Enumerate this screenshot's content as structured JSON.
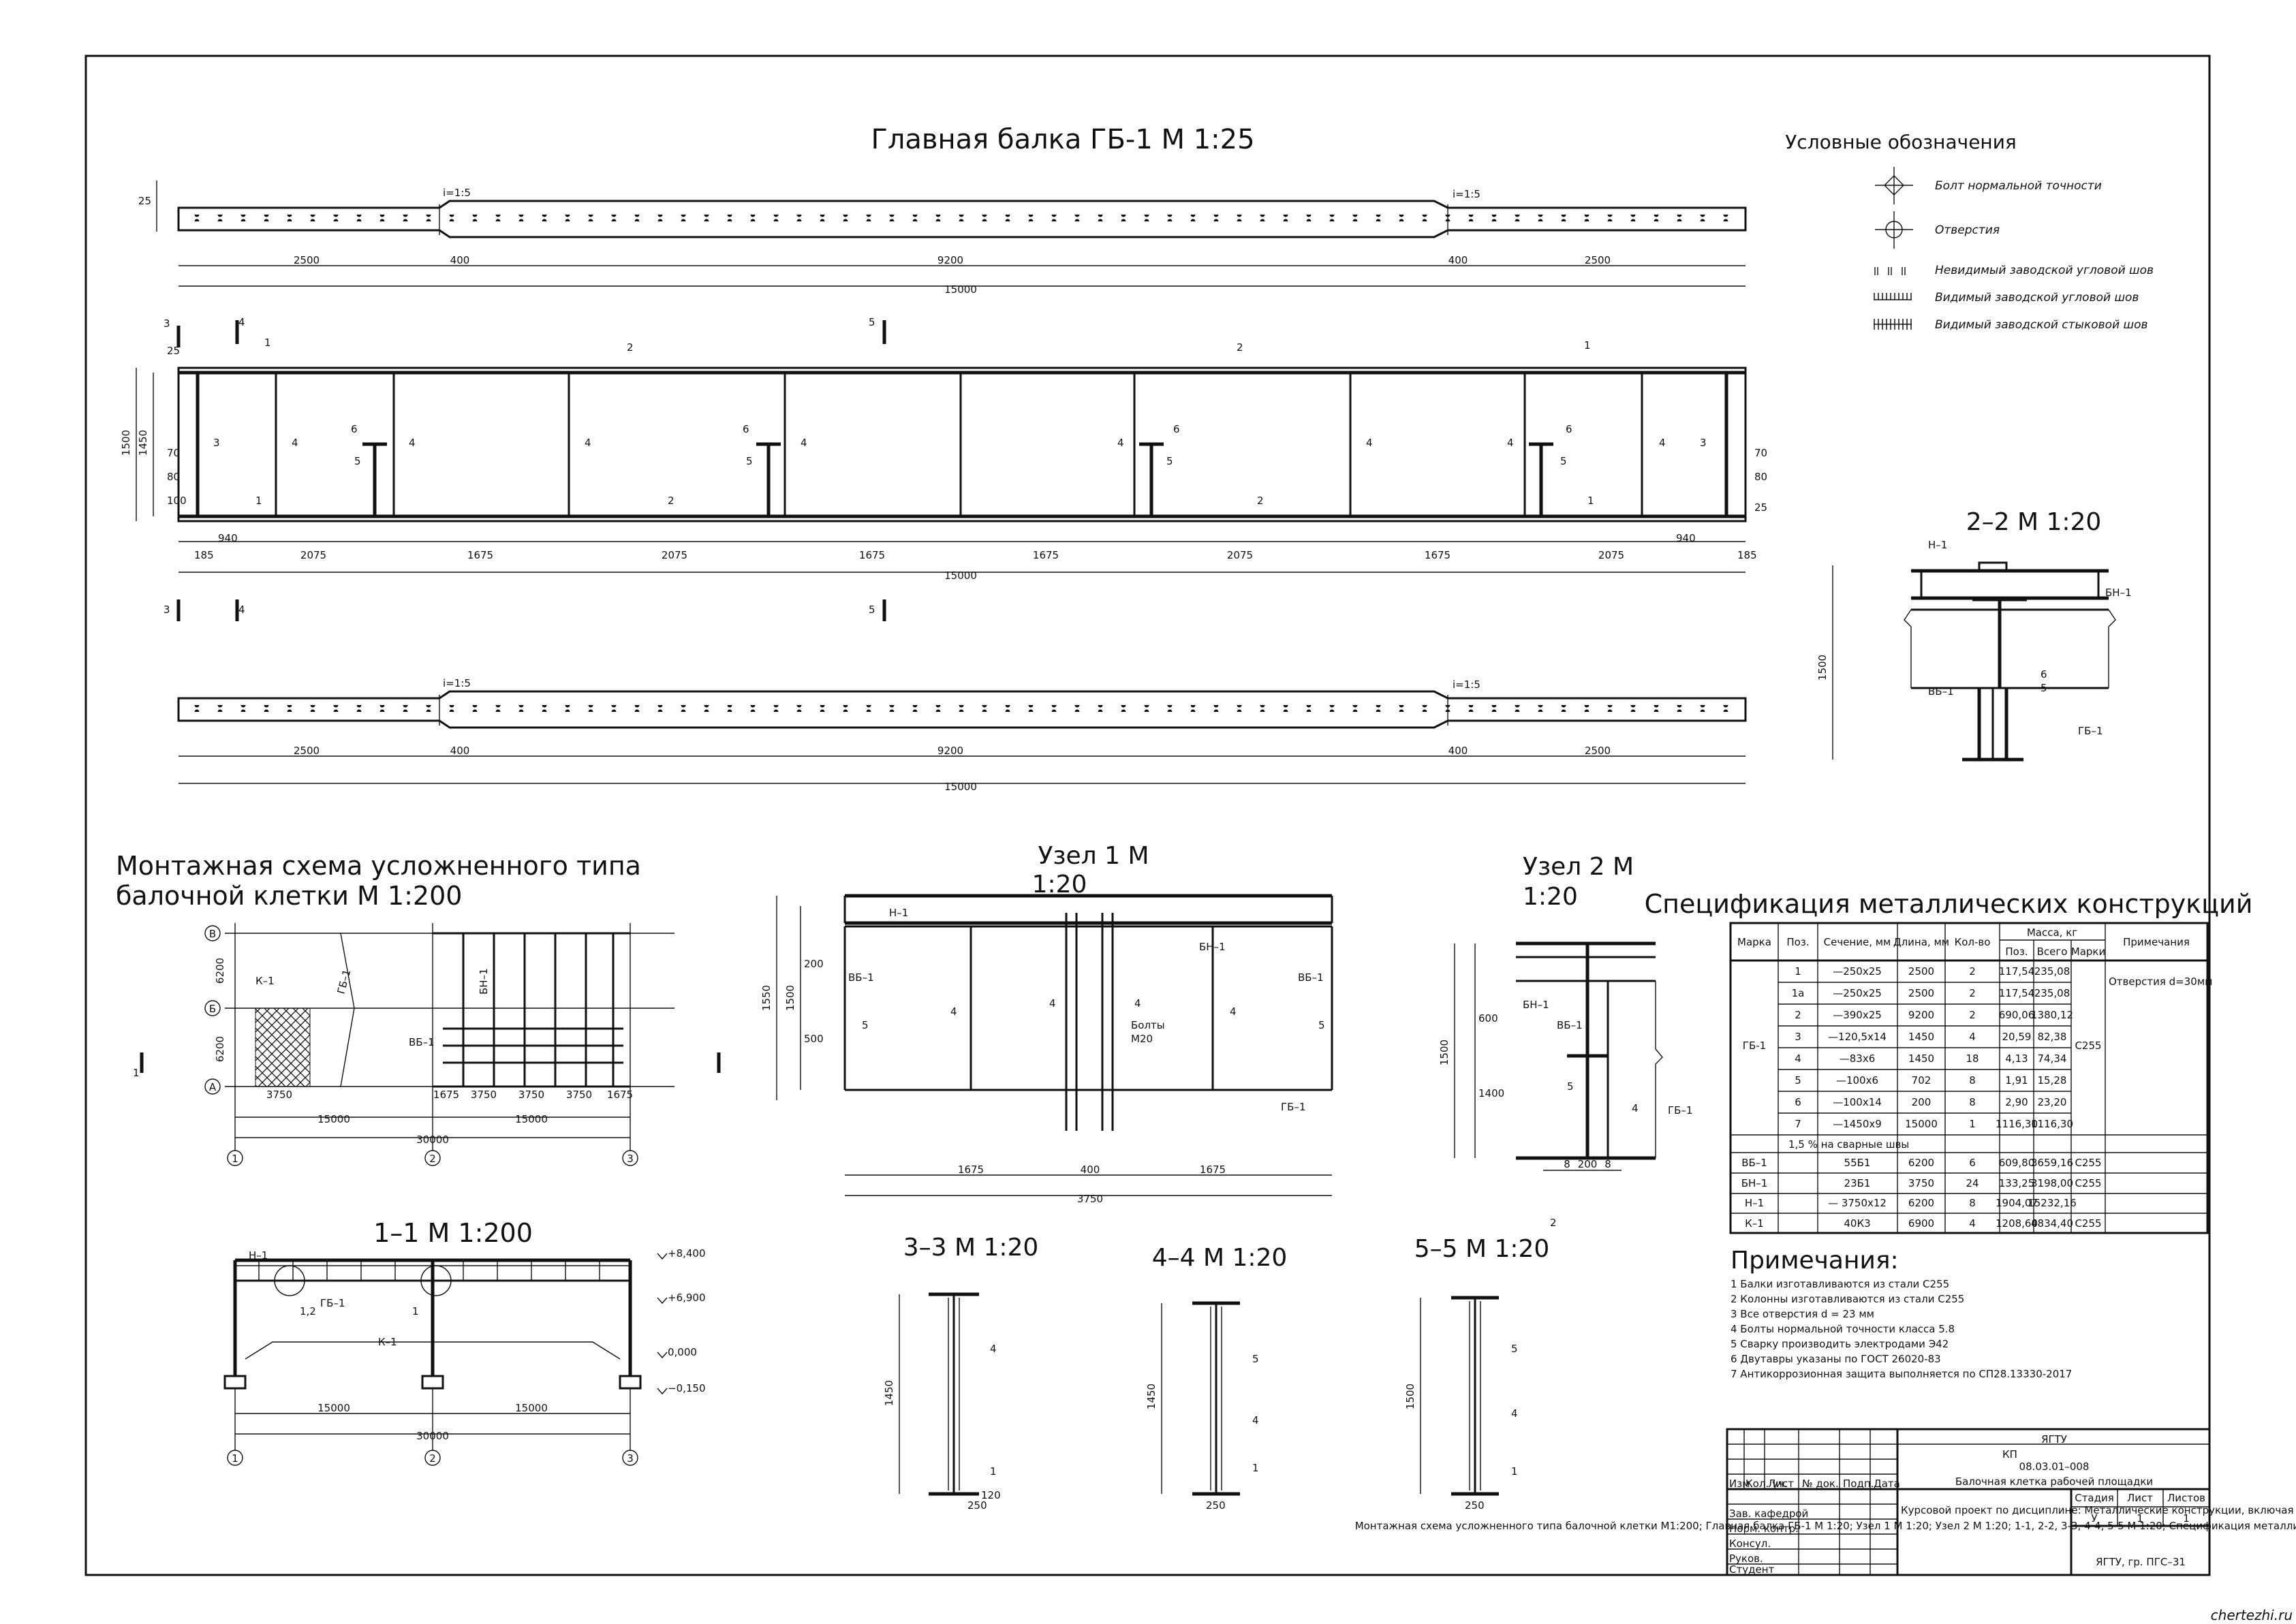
{
  "titles": {
    "main_beam": "Главная балка ГБ-1 М 1:25",
    "legend": "Условные обозначения",
    "section22": "2–2 М 1:20",
    "montage1": "Монтажная схема усложненного типа",
    "montage2": "балочной клетки М 1:200",
    "node1a": "Узел 1 М",
    "node1b": "1:20",
    "node2a": "Узел 2 М",
    "node2b": "1:20",
    "spec": "Спецификация металлических конструкций",
    "sec11": "1–1 М 1:200",
    "sec33": "3–3 М 1:20",
    "sec44": "4–4 М 1:20",
    "sec55": "5–5 М 1:20",
    "notes": "Примечания:"
  },
  "legend": [
    {
      "icon": "bolt-symbol",
      "label": "Болт нормальной точности"
    },
    {
      "icon": "hole-symbol",
      "label": "Отверстия"
    },
    {
      "icon": "invisible-weld-symbol",
      "label": "Невидимый заводской угловой шов"
    },
    {
      "icon": "visible-fillet-weld-symbol",
      "label": "Видимый заводской угловой шов"
    },
    {
      "icon": "visible-butt-weld-symbol",
      "label": "Видимый заводской стыковой шов"
    }
  ],
  "beam": {
    "slope": "i=1:5",
    "top_dims": [
      "2500",
      "400",
      "9200",
      "400",
      "2500"
    ],
    "total": "15000",
    "elev_dims": [
      "185",
      "2075",
      "1675",
      "2075",
      "1675",
      "1675",
      "2075",
      "1675",
      "2075",
      "185"
    ],
    "left_dims": [
      "25",
      "1500",
      "1450",
      "70",
      "80",
      "100",
      "25"
    ],
    "right_dims": [
      "70",
      "80",
      "25"
    ],
    "dim_940": "940",
    "pos_labels": [
      "1",
      "2",
      "3",
      "4",
      "5",
      "6"
    ],
    "section_marks": [
      "3",
      "4",
      "5"
    ]
  },
  "section22_labels": {
    "n1": "Н–1",
    "bn1": "БН–1",
    "vb1": "ВБ–1",
    "gb1": "ГБ–1",
    "p6": "6",
    "p5": "5",
    "h": "1500"
  },
  "montage": {
    "axes_rows": [
      "В",
      "Б",
      "А"
    ],
    "axes_cols": [
      "1",
      "2",
      "3"
    ],
    "k1": "К–1",
    "gb1": "ГБ–1",
    "bn1": "БН–1",
    "vb1": "ВБ–1",
    "dims_vert": [
      "6200",
      "6200"
    ],
    "dims_bot": [
      "3750",
      "1675",
      "3750",
      "3750",
      "3750",
      "1675"
    ],
    "dim_15000": "15000",
    "dim_30000": "30000"
  },
  "node1": {
    "labels": {
      "n1": "Н–1",
      "vb1l": "ВБ–1",
      "bn1": "БН–1",
      "vb1r": "ВБ–1",
      "gb1": "ГБ–1",
      "bolts": "Болты",
      "m20": "М20"
    },
    "dims": [
      "1675",
      "400",
      "1675"
    ],
    "total": "3750",
    "left": [
      "1550",
      "1500",
      "200",
      "500"
    ]
  },
  "node2": {
    "labels": {
      "bn1": "БН–1",
      "vb1": "ВБ–1",
      "gb1": "ГБ–1",
      "p5": "5",
      "p4": "4",
      "p2": "2"
    },
    "dims": [
      "8",
      "200",
      "8"
    ],
    "left": [
      "1500",
      "600",
      "1400"
    ]
  },
  "spec": {
    "header": [
      "Марка",
      "Поз.",
      "Сечение, мм",
      "Длина, мм",
      "Кол-во",
      "Масса, кг",
      "Примечания"
    ],
    "mass_sub": [
      "Поз.",
      "Всего",
      "Марки"
    ],
    "gb1_mark": "ГБ-1",
    "gb1_rows": [
      [
        "1",
        "—250х25",
        "2500",
        "2",
        "117,54",
        "235,08"
      ],
      [
        "1а",
        "—250х25",
        "2500",
        "2",
        "117,54",
        "235,08"
      ],
      [
        "2",
        "—390х25",
        "9200",
        "2",
        "690,06",
        "1380,12"
      ],
      [
        "3",
        "—120,5х14",
        "1450",
        "4",
        "20,59",
        "82,38"
      ],
      [
        "4",
        "—83х6",
        "1450",
        "18",
        "4,13",
        "74,34"
      ],
      [
        "5",
        "—100х6",
        "702",
        "8",
        "1,91",
        "15,28"
      ],
      [
        "6",
        "—100х14",
        "200",
        "8",
        "2,90",
        "23,20"
      ],
      [
        "7",
        "—1450х9",
        "15000",
        "1",
        "1116,30",
        "1116,30"
      ]
    ],
    "gb1_mass": "С255",
    "gb1_note": "Отверстия d=30мм",
    "weld_row": "1,5 % на сварные швы",
    "other_rows": [
      [
        "ВБ–1",
        "55Б1",
        "6200",
        "6",
        "609,80",
        "3659,16",
        "С255"
      ],
      [
        "БН–1",
        "23Б1",
        "3750",
        "24",
        "133,25",
        "3198,00",
        "С255"
      ],
      [
        "Н–1",
        "— 3750х12",
        "6200",
        "8",
        "1904,07",
        "15232,16",
        ""
      ],
      [
        "К–1",
        "40К3",
        "6900",
        "4",
        "1208,60",
        "4834,40",
        "С255"
      ]
    ]
  },
  "notes": [
    "1 Балки изготавливаются из стали С255",
    "2 Колонны изготавливаются из стали С255",
    "3 Все отверстия d = 23 мм",
    "4 Болты нормальной точности класса 5.8",
    "5 Сварку производить электродами Э42",
    "6 Двутавры указаны по ГОСТ 26020-83",
    "7 Антикоррозионная защита выполняется по СП28.13330-2017"
  ],
  "sec11": {
    "elev": [
      "+8,400",
      "+6,900",
      "0,000",
      "−0,150"
    ],
    "labels": {
      "n1": "Н–1",
      "gb1": "ГБ–1",
      "k1": "К–1",
      "n12": "1,2",
      "n1b": "1"
    },
    "dims": [
      "15000",
      "15000"
    ],
    "total": "30000",
    "axes": [
      "1",
      "2",
      "3"
    ]
  },
  "sections_small": {
    "p1": "1",
    "p4": "4",
    "p5": "5",
    "h": "1450",
    "h2": "1500",
    "w": "250",
    "w2": "120"
  },
  "stamp": {
    "org": "ЯГТУ",
    "code": "08.03.01–008",
    "name": "Балочная клетка рабочей площадки",
    "project": "Курсовой проект по дисциплине: Металлические конструкции, включая сварку",
    "drawing": "Монтажная схема усложненного типа балочной клетки М1:200; Главная балка ГБ-1 М 1:20; Узел 1 М 1:20; Узел 2 М 1:20; 1-1, 2-2, 3-3, 4-4, 5-5 М 1:20; Спецификация металлических конструкций; Условные обозначения; Примечания",
    "cols": [
      "Изм.",
      "Кол. уч.",
      "Лист",
      "№ док.",
      "Подп.",
      "Дата"
    ],
    "roles": [
      "Зав. кафедрой",
      "Норм. контр.",
      "Консул.",
      "Руков.",
      "Студент"
    ],
    "stage_h": [
      "Стадия",
      "Лист",
      "Листов"
    ],
    "stage_v": [
      "У",
      "1",
      "1"
    ],
    "group": "ЯГТУ, гр. ПГС–31",
    "kp": "КП"
  },
  "watermark": "chertezhi.ru"
}
